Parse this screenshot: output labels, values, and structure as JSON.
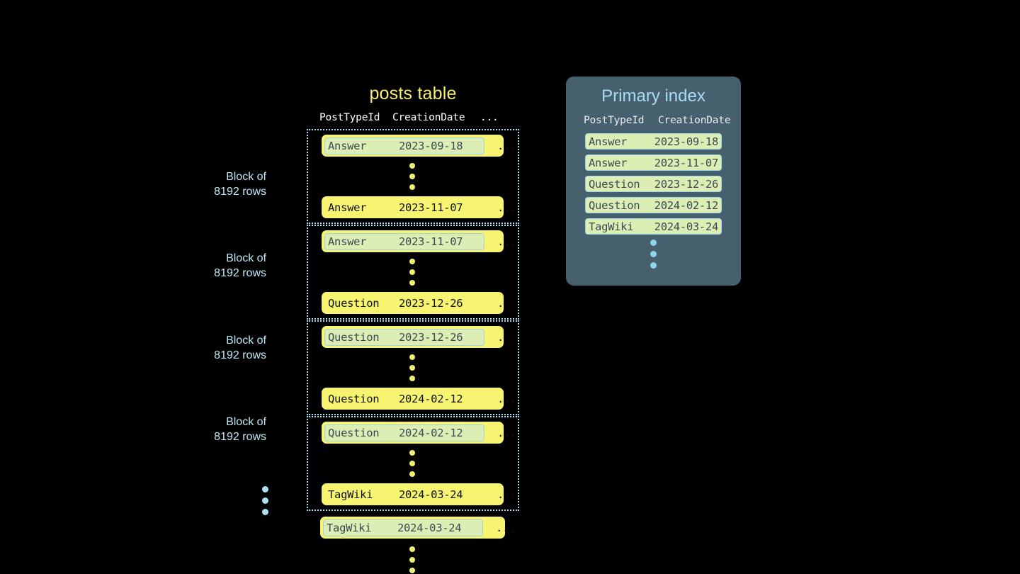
{
  "posts_table": {
    "title": "posts table",
    "columns": [
      "PostTypeId",
      "CreationDate",
      "..."
    ],
    "ellipsis_cell": "...",
    "blocks": [
      {
        "label_line1": "Block of",
        "label_line2": "8192 rows",
        "first_row": {
          "post_type_id": "Answer",
          "creation_date": "2023-09-18",
          "more": "...",
          "highlighted": true
        },
        "last_row": {
          "post_type_id": "Answer",
          "creation_date": "2023-11-07",
          "more": "...",
          "highlighted": false
        }
      },
      {
        "label_line1": "Block of",
        "label_line2": "8192 rows",
        "first_row": {
          "post_type_id": "Answer",
          "creation_date": "2023-11-07",
          "more": "...",
          "highlighted": true
        },
        "last_row": {
          "post_type_id": "Question",
          "creation_date": "2023-12-26",
          "more": "...",
          "highlighted": false
        }
      },
      {
        "label_line1": "Block of",
        "label_line2": "8192 rows",
        "first_row": {
          "post_type_id": "Question",
          "creation_date": "2023-12-26",
          "more": "...",
          "highlighted": true
        },
        "last_row": {
          "post_type_id": "Question",
          "creation_date": "2024-02-12",
          "more": "...",
          "highlighted": false
        }
      },
      {
        "label_line1": "Block of",
        "label_line2": "8192 rows",
        "first_row": {
          "post_type_id": "Question",
          "creation_date": "2024-02-12",
          "more": "...",
          "highlighted": true
        },
        "last_row": {
          "post_type_id": "TagWiki",
          "creation_date": "2024-03-24",
          "more": "...",
          "highlighted": false
        }
      }
    ],
    "trailing_row": {
      "post_type_id": "TagWiki",
      "creation_date": "2024-03-24",
      "more": "...",
      "highlighted": true
    }
  },
  "primary_index": {
    "title": "Primary index",
    "columns": [
      "PostTypeId",
      "CreationDate"
    ],
    "rows": [
      {
        "post_type_id": "Answer",
        "creation_date": "2023-09-18"
      },
      {
        "post_type_id": "Answer",
        "creation_date": "2023-11-07"
      },
      {
        "post_type_id": "Question",
        "creation_date": "2023-12-26"
      },
      {
        "post_type_id": "Question",
        "creation_date": "2024-02-12"
      },
      {
        "post_type_id": "TagWiki",
        "creation_date": "2024-03-24"
      }
    ]
  },
  "colors": {
    "background": "#000000",
    "row_yellow": "#f7f472",
    "highlight_green": "#ddeeb4",
    "highlight_border": "#9fd4e8",
    "accent_blue": "#a7ddf2",
    "panel_slate": "#47606e",
    "title_yellow": "#f2ef72"
  }
}
